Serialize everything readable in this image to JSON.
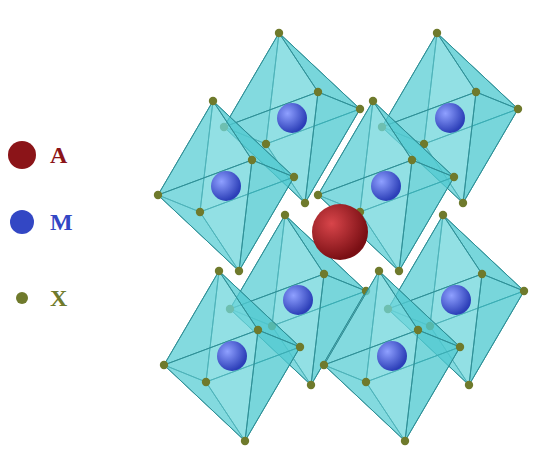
{
  "diagram": {
    "legend": [
      {
        "text": "A",
        "color": "#8b1418"
      },
      {
        "text": "M",
        "color": "#3347c4"
      },
      {
        "text": "X",
        "color": "#6f7a2c"
      }
    ]
  }
}
